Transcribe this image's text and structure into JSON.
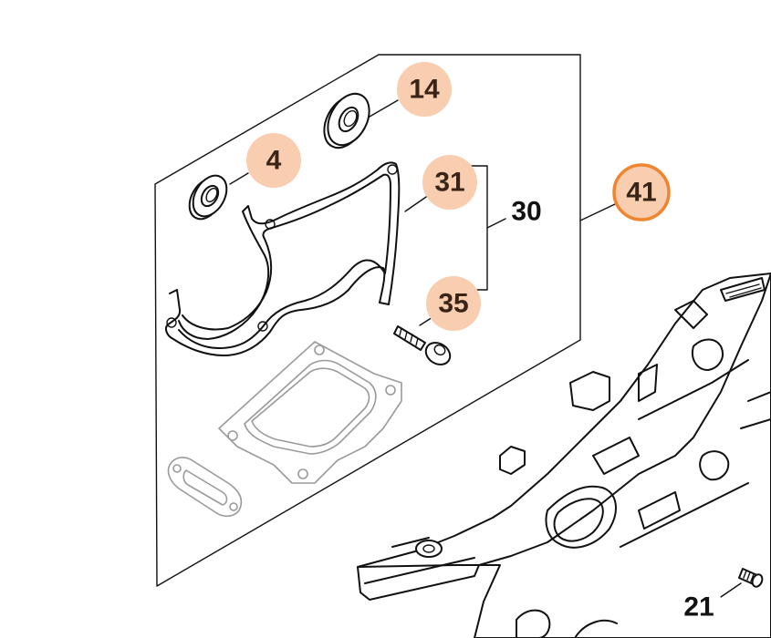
{
  "callouts": {
    "c14": "14",
    "c4": "4",
    "c31": "31",
    "c30": "30",
    "c41": "41",
    "c35": "35",
    "c21": "21"
  },
  "colors": {
    "callout_fill": "#f8cdb0",
    "selected_fill": "#f8cdb0",
    "selected_ring": "#f0852f",
    "line": "#111111",
    "grey_part": "#9a9a9a"
  }
}
